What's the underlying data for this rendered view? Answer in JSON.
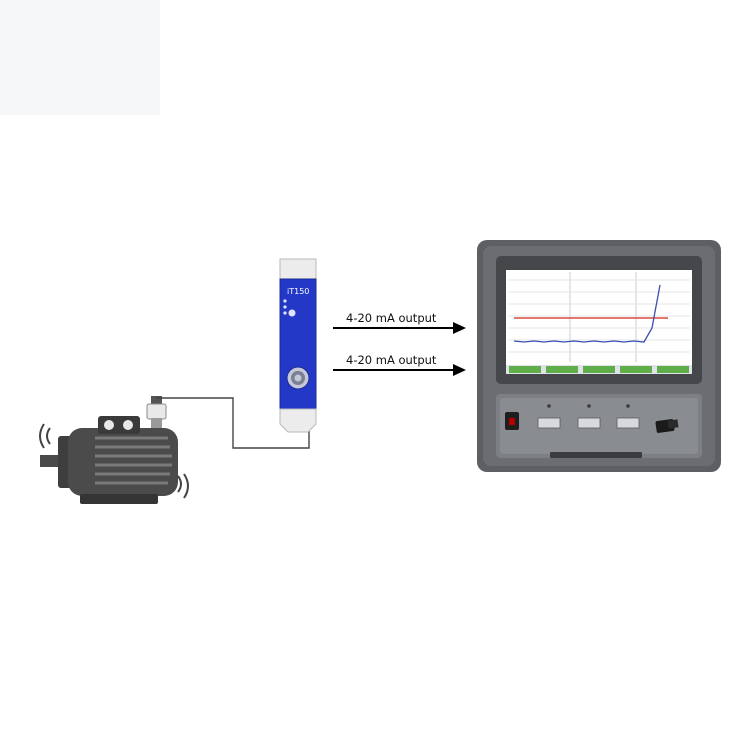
{
  "connections": [
    {
      "label": "4-20 mA output"
    },
    {
      "label": "4-20 mA output"
    }
  ],
  "transmitter": {
    "model_label": "iT150"
  },
  "colors": {
    "transmitter_blue": "#2438c8",
    "recorder_body": "#5d5f63",
    "trace_red": "#d94a3a",
    "trace_blue": "#3b4fb0",
    "screen_tab_green": "#5fae4a"
  }
}
